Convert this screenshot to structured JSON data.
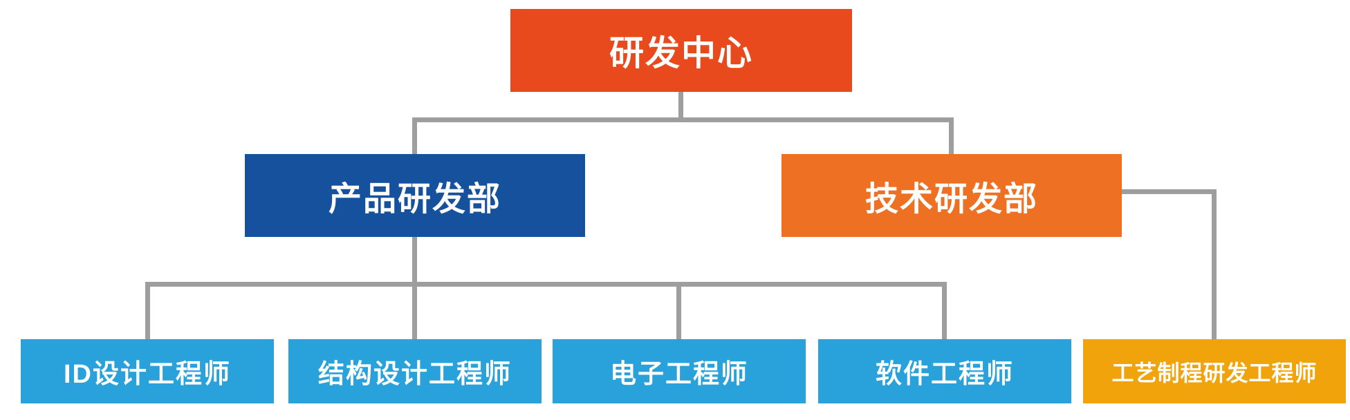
{
  "diagram_type": "org-chart",
  "colors": {
    "root_box": "#E8491D",
    "product_dept_box": "#15519C",
    "tech_dept_box": "#EE7123",
    "engineer_box": "#29A2DB",
    "process_engineer_box": "#F0A30A",
    "connector": "#9E9E9E",
    "text": "#FFFFFF",
    "background": "#FFFFFF"
  },
  "org": {
    "root": {
      "label": "研发中心"
    },
    "departments": [
      {
        "label": "产品研发部",
        "parent": "研发中心"
      },
      {
        "label": "技术研发部",
        "parent": "研发中心"
      }
    ],
    "roles": [
      {
        "label": "ID设计工程师",
        "parent": "产品研发部"
      },
      {
        "label": "结构设计工程师",
        "parent": "产品研发部"
      },
      {
        "label": "电子工程师",
        "parent": "产品研发部"
      },
      {
        "label": "软件工程师",
        "parent": "产品研发部"
      },
      {
        "label": "工艺制程研发工程师",
        "parent": "技术研发部"
      }
    ]
  }
}
